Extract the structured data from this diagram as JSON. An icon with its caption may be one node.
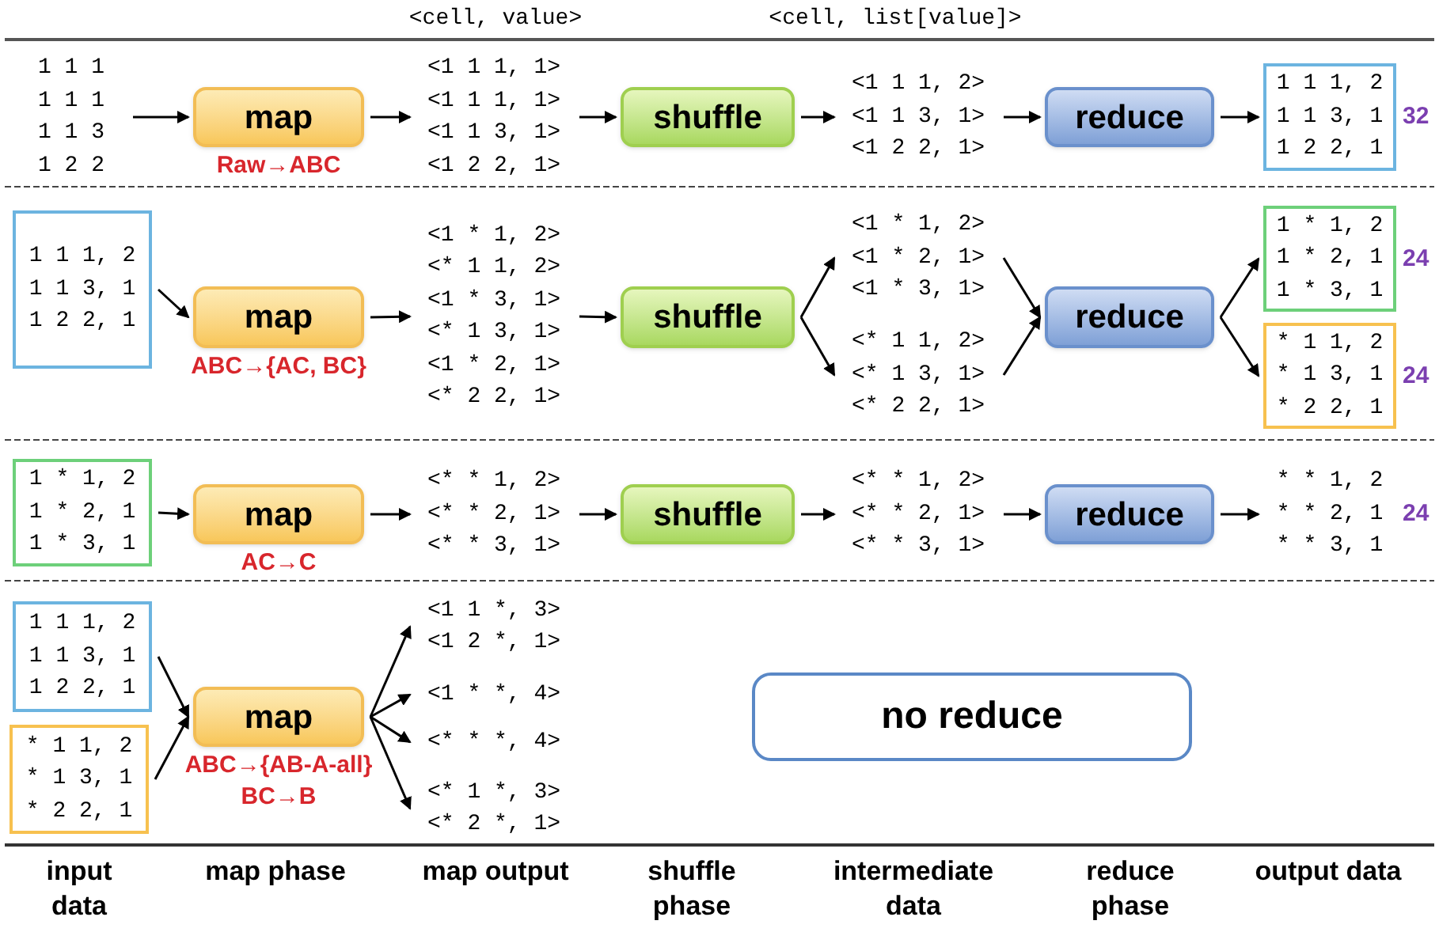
{
  "diagram": {
    "nodes": [
      {
        "text": [
          "1 1 1",
          "1 1 1",
          "1 1 3",
          "1 2 2"
        ]
      },
      {
        "text": [
          "map"
        ],
        "beside": [
          "Raw→ABC"
        ]
      },
      {
        "text": [
          "<1 1 1, 1>",
          "<1 1 1, 1>",
          "<1 1 3, 1>",
          "<1 2 2, 1>"
        ]
      },
      {
        "text": [
          "shuffle"
        ]
      },
      {
        "text": [
          "<1 1 1, 2>",
          "<1 1 3, 1>",
          "<1 2 2, 1>"
        ]
      },
      {
        "text": [
          "reduce"
        ]
      },
      {
        "text": [
          "1 1 1, 2",
          "1 1 3, 1",
          "1 2 2, 1"
        ],
        "beside": [
          "32"
        ]
      },
      {
        "text": [
          "1 1 1, 2",
          "1 1 3, 1",
          "1 2 2, 1"
        ]
      },
      {
        "text": [
          "map"
        ],
        "beside": [
          "ABC→{AC, BC}"
        ]
      },
      {
        "text": [
          "<1 * 1, 2>",
          "<* 1 1, 2>",
          "<1 * 3, 1>",
          "<* 1 3, 1>",
          "<1 * 2, 1>",
          "<* 2 2, 1>"
        ]
      },
      {
        "text": [
          "shuffle"
        ]
      },
      {
        "text": [
          "<1 * 1, 2>",
          "<1 * 2, 1>",
          "<1 * 3, 1>"
        ]
      },
      {
        "text": [
          "<* 1 1, 2>",
          "<* 1 3, 1>",
          "<* 2 2, 1>"
        ]
      },
      {
        "text": [
          "reduce"
        ]
      },
      {
        "text": [
          "1 * 1, 2",
          "1 * 2, 1",
          "1 * 3, 1"
        ],
        "beside": [
          "24"
        ]
      },
      {
        "text": [
          "* 1 1, 2",
          "* 1 3, 1",
          "* 2 2, 1"
        ],
        "beside": [
          "24"
        ]
      },
      {
        "text": [
          "1 * 1, 2",
          "1 * 2, 1",
          "1 * 3, 1"
        ]
      },
      {
        "text": [
          "map"
        ],
        "beside": [
          "AC→C"
        ]
      },
      {
        "text": [
          "<* * 1, 2>",
          "<* * 2, 1>",
          "<* * 3, 1>"
        ]
      },
      {
        "text": [
          "shuffle"
        ]
      },
      {
        "text": [
          "<* * 1, 2>",
          "<* * 2, 1>",
          "<* * 3, 1>"
        ]
      },
      {
        "text": [
          "reduce"
        ]
      },
      {
        "text": [
          "* * 1, 2",
          "* * 2, 1",
          "* * 3, 1"
        ],
        "beside": [
          "24"
        ]
      },
      {
        "text": [
          "1 1 1, 2",
          "1 1 3, 1",
          "1 2 2, 1"
        ]
      },
      {
        "text": [
          "* 1 1, 2",
          "* 1 3, 1",
          "* 2 2, 1"
        ]
      },
      {
        "text": [
          "map"
        ],
        "beside": [
          "ABC→{AB-A-all}",
          "BC→B"
        ]
      },
      {
        "text": [
          "<1 1 *, 3>",
          "<1 2 *, 1>"
        ]
      },
      {
        "text": [
          "<1 * *, 4>"
        ]
      },
      {
        "text": [
          "<* * *, 4>"
        ]
      },
      {
        "text": [
          "<* 1 *, 3>",
          "<* 2 *, 1>"
        ]
      },
      {
        "text": [
          "no reduce"
        ]
      }
    ],
    "edges": [
      {
        "from": 0,
        "to": 1,
        "arrow": "to"
      },
      {
        "from": 1,
        "to": 2,
        "arrow": "to"
      },
      {
        "from": 2,
        "to": 3,
        "arrow": "to"
      },
      {
        "from": 3,
        "to": 4,
        "arrow": "to"
      },
      {
        "from": 4,
        "to": 5,
        "arrow": "to"
      },
      {
        "from": 5,
        "to": 6,
        "arrow": "to"
      },
      {
        "from": 7,
        "to": 8,
        "arrow": "to"
      },
      {
        "from": 8,
        "to": 9,
        "arrow": "to"
      },
      {
        "from": 9,
        "to": 10,
        "arrow": "to"
      },
      {
        "from": 10,
        "to": 11,
        "arrow": "to"
      },
      {
        "from": 10,
        "to": 12,
        "arrow": "to"
      },
      {
        "from": 11,
        "to": 13,
        "arrow": "to"
      },
      {
        "from": 12,
        "to": 13,
        "arrow": "to"
      },
      {
        "from": 13,
        "to": 14,
        "arrow": "to"
      },
      {
        "from": 13,
        "to": 15,
        "arrow": "to"
      },
      {
        "from": 16,
        "to": 17,
        "arrow": "to"
      },
      {
        "from": 17,
        "to": 18,
        "arrow": "to"
      },
      {
        "from": 18,
        "to": 19,
        "arrow": "to"
      },
      {
        "from": 19,
        "to": 20,
        "arrow": "to"
      },
      {
        "from": 20,
        "to": 21,
        "arrow": "to"
      },
      {
        "from": 21,
        "to": 22,
        "arrow": "to"
      },
      {
        "from": 23,
        "to": 25,
        "arrow": "to"
      },
      {
        "from": 24,
        "to": 25,
        "arrow": "to"
      },
      {
        "from": 25,
        "to": 26,
        "arrow": "to"
      },
      {
        "from": 25,
        "to": 27,
        "arrow": "to"
      },
      {
        "from": 25,
        "to": 28,
        "arrow": "to"
      },
      {
        "from": 25,
        "to": 29,
        "arrow": "to"
      }
    ],
    "labels": [
      "<cell, value>",
      "<cell, list[value]>",
      "input data",
      "map phase",
      "map output",
      "shuffle phase",
      "intermediate data",
      "reduce phase",
      "output data"
    ]
  }
}
